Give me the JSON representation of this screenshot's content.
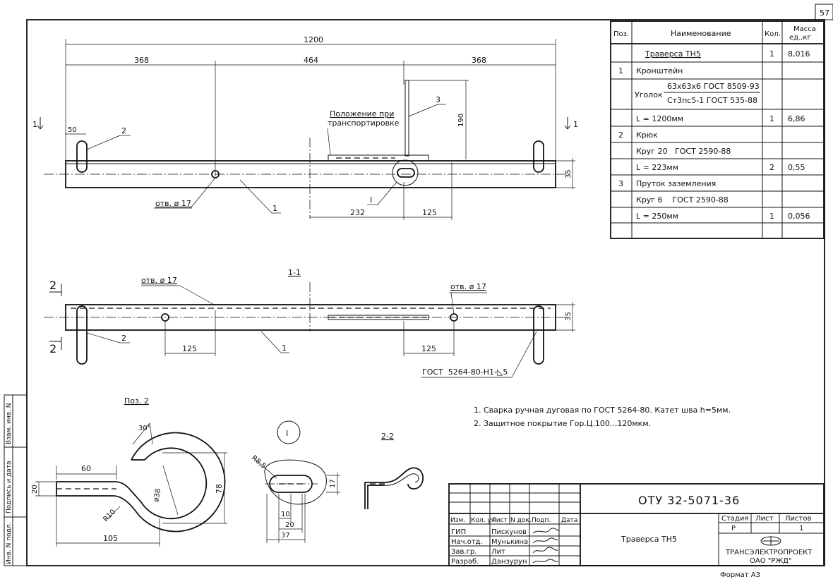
{
  "page_number": "57",
  "side_stamp": {
    "cells": [
      "Инв. N подл.",
      "Подпись и дата",
      "Взам. инв. N"
    ]
  },
  "spec_table": {
    "headers": {
      "pos": "Поз.",
      "name": "Наименование",
      "qty": "Кол.",
      "mass_line1": "Масса",
      "mass_line2": "ед.,кг"
    },
    "rows": [
      {
        "pos": "",
        "name": "Траверса ТН5",
        "qty": "1",
        "mass": "8,016"
      },
      {
        "pos": "1",
        "name": "Кронштейн",
        "qty": "",
        "mass": ""
      },
      {
        "pos": "",
        "name": "",
        "qty": "",
        "mass": ""
      },
      {
        "pos": "",
        "name": "L = 1200мм",
        "qty": "1",
        "mass": "6,86"
      },
      {
        "pos": "2",
        "name": "Крюк",
        "qty": "",
        "mass": ""
      },
      {
        "pos": "",
        "name": "Круг 20   ГОСТ 2590-88",
        "qty": "",
        "mass": ""
      },
      {
        "pos": "",
        "name": "L = 223мм",
        "qty": "2",
        "mass": "0,55"
      },
      {
        "pos": "3",
        "name": "Пруток заземления",
        "qty": "",
        "mass": ""
      },
      {
        "pos": "",
        "name": "Круг 6    ГОСТ 2590-88",
        "qty": "",
        "mass": ""
      },
      {
        "pos": "",
        "name": "L = 250мм",
        "qty": "1",
        "mass": "0,056"
      },
      {
        "pos": "",
        "name": "",
        "qty": "",
        "mass": ""
      }
    ],
    "angle_label": "Уголок",
    "angle_top": "63х63х6 ГОСТ 8509-93",
    "angle_bottom": "Ст3пс5-1 ГОСТ 535-88"
  },
  "view_top": {
    "dim_total": "1200",
    "dim_left": "368",
    "dim_mid": "464",
    "dim_right": "368",
    "dim_50": "50",
    "dim_190": "190",
    "dim_35": "35",
    "dim_232": "232",
    "dim_125": "125",
    "callout_2": "2",
    "callout_3": "3",
    "callout_1": "1",
    "callout_I": "I",
    "hole_label": "отв. ø 17",
    "transport_line1": "Положение при",
    "transport_line2": "транспортировке",
    "cut_label_left": "1",
    "cut_label_right": "1"
  },
  "view_section": {
    "title": "1-1",
    "hole_left": "отв. ø 17",
    "hole_right": "отв. ø 17",
    "dim_125_left": "125",
    "dim_125_right": "125",
    "dim_35": "35",
    "callout_2": "2",
    "callout_1": "1",
    "weld_label": "ГОСТ  5264-80-Н1-◺5",
    "cut_label_top": "2",
    "cut_label_bottom": "2"
  },
  "hook_detail": {
    "title": "Поз. 2",
    "dim_60": "60",
    "dim_20": "20",
    "dim_105": "105",
    "dim_78": "78",
    "angle_30": "30°",
    "diam_38": "ø38",
    "r10": "R10"
  },
  "detail_I": {
    "mark": "I",
    "r85": "R8,5",
    "dim_17": "17",
    "dim_10": "10",
    "dim_20": "20",
    "dim_37": "37"
  },
  "section_22": {
    "title": "2-2"
  },
  "notes": [
    "1. Сварка ручная дуговая по ГОСТ 5264-80. Катет шва h=5мм.",
    "2. Защитное покрытие Гор.Ц.100...120мкм."
  ],
  "title_block": {
    "doc_code": "ОТУ 32-5071-36",
    "header_cells": [
      "Изм.",
      "Кол. уч",
      "Лист",
      "N док.",
      "Подп.",
      "Дата"
    ],
    "people": [
      {
        "role": "ГИП",
        "name": "Пискунов"
      },
      {
        "role": "Нач.отд.",
        "name": "Мунькина"
      },
      {
        "role": "Зав.гр.",
        "name": "Лит"
      },
      {
        "role": "Разраб.",
        "name": "Данзурун"
      }
    ],
    "title": "Траверса ТН5",
    "stage_header": "Стадия",
    "sheet_header": "Лист",
    "sheets_header": "Листов",
    "stage_value": "Р",
    "sheet_value": "",
    "sheets_value": "1",
    "org_line1": "ТРАНСЭЛЕКТРОПРОЕКТ",
    "org_line2": "ОАО \"РЖД\""
  },
  "format_label": "Формат А3"
}
